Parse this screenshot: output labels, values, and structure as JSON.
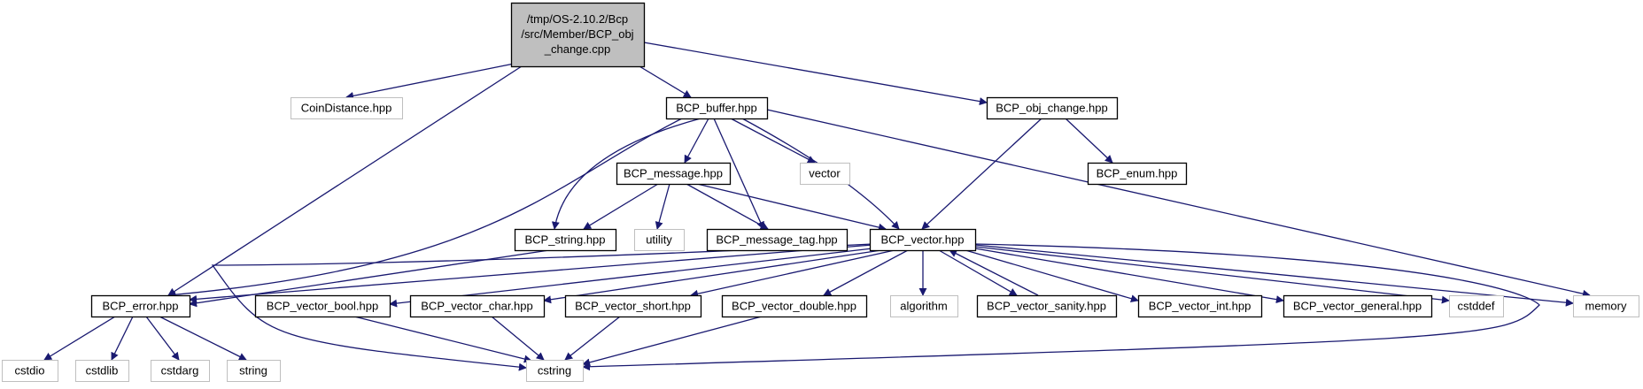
{
  "colors": {
    "edge": "#191970",
    "node_border": "#000000",
    "external_border": "#bfbfbf",
    "root_fill": "#bfbfbf",
    "background": "#ffffff"
  },
  "nodes": {
    "root": {
      "lines": [
        "/tmp/OS-2.10.2/Bcp",
        "/src/Member/BCP_obj",
        "_change.cpp"
      ],
      "kind": "root"
    },
    "coin_distance": {
      "label": "CoinDistance.hpp",
      "kind": "external"
    },
    "bcp_buffer": {
      "label": "BCP_buffer.hpp",
      "kind": "internal"
    },
    "bcp_obj_change": {
      "label": "BCP_obj_change.hpp",
      "kind": "internal"
    },
    "bcp_message": {
      "label": "BCP_message.hpp",
      "kind": "internal"
    },
    "vector": {
      "label": "vector",
      "kind": "external"
    },
    "bcp_enum": {
      "label": "BCP_enum.hpp",
      "kind": "internal"
    },
    "bcp_string": {
      "label": "BCP_string.hpp",
      "kind": "internal"
    },
    "utility": {
      "label": "utility",
      "kind": "external"
    },
    "bcp_message_tag": {
      "label": "BCP_message_tag.hpp",
      "kind": "internal"
    },
    "bcp_vector": {
      "label": "BCP_vector.hpp",
      "kind": "internal"
    },
    "bcp_error": {
      "label": "BCP_error.hpp",
      "kind": "internal"
    },
    "bcp_vector_bool": {
      "label": "BCP_vector_bool.hpp",
      "kind": "internal"
    },
    "bcp_vector_char": {
      "label": "BCP_vector_char.hpp",
      "kind": "internal"
    },
    "bcp_vector_short": {
      "label": "BCP_vector_short.hpp",
      "kind": "internal"
    },
    "bcp_vector_double": {
      "label": "BCP_vector_double.hpp",
      "kind": "internal"
    },
    "algorithm": {
      "label": "algorithm",
      "kind": "external"
    },
    "bcp_vector_sanity": {
      "label": "BCP_vector_sanity.hpp",
      "kind": "internal"
    },
    "bcp_vector_int": {
      "label": "BCP_vector_int.hpp",
      "kind": "internal"
    },
    "bcp_vector_general": {
      "label": "BCP_vector_general.hpp",
      "kind": "internal"
    },
    "cstddef": {
      "label": "cstddef",
      "kind": "external"
    },
    "memory": {
      "label": "memory",
      "kind": "external"
    },
    "cstdio": {
      "label": "cstdio",
      "kind": "external"
    },
    "cstdlib": {
      "label": "cstdlib",
      "kind": "external"
    },
    "cstdarg": {
      "label": "cstdarg",
      "kind": "external"
    },
    "string": {
      "label": "string",
      "kind": "external"
    },
    "cstring": {
      "label": "cstring",
      "kind": "external"
    }
  },
  "edges": [
    [
      "root",
      "coin_distance"
    ],
    [
      "root",
      "bcp_buffer"
    ],
    [
      "root",
      "bcp_obj_change"
    ],
    [
      "root",
      "bcp_error"
    ],
    [
      "bcp_buffer",
      "bcp_message"
    ],
    [
      "bcp_buffer",
      "vector"
    ],
    [
      "bcp_buffer",
      "bcp_string"
    ],
    [
      "bcp_buffer",
      "bcp_message_tag"
    ],
    [
      "bcp_buffer",
      "bcp_vector"
    ],
    [
      "bcp_buffer",
      "bcp_error"
    ],
    [
      "bcp_buffer",
      "memory"
    ],
    [
      "bcp_obj_change",
      "bcp_vector"
    ],
    [
      "bcp_obj_change",
      "bcp_enum"
    ],
    [
      "bcp_message",
      "bcp_string"
    ],
    [
      "bcp_message",
      "utility"
    ],
    [
      "bcp_message",
      "bcp_message_tag"
    ],
    [
      "bcp_message",
      "bcp_vector"
    ],
    [
      "bcp_string",
      "bcp_error"
    ],
    [
      "bcp_vector",
      "bcp_error"
    ],
    [
      "bcp_vector",
      "bcp_vector_bool"
    ],
    [
      "bcp_vector",
      "bcp_vector_char"
    ],
    [
      "bcp_vector",
      "bcp_vector_short"
    ],
    [
      "bcp_vector",
      "bcp_vector_double"
    ],
    [
      "bcp_vector",
      "algorithm"
    ],
    [
      "bcp_vector",
      "bcp_vector_sanity"
    ],
    [
      "bcp_vector_sanity",
      "bcp_vector"
    ],
    [
      "bcp_vector",
      "bcp_vector_int"
    ],
    [
      "bcp_vector",
      "bcp_vector_general"
    ],
    [
      "bcp_vector",
      "cstddef"
    ],
    [
      "bcp_vector",
      "memory"
    ],
    [
      "bcp_vector",
      "cstring"
    ],
    [
      "bcp_error",
      "cstdio"
    ],
    [
      "bcp_error",
      "cstdlib"
    ],
    [
      "bcp_error",
      "cstdarg"
    ],
    [
      "bcp_error",
      "string"
    ],
    [
      "bcp_vector_bool",
      "cstring"
    ],
    [
      "bcp_vector_char",
      "cstring"
    ],
    [
      "bcp_vector_short",
      "cstring"
    ],
    [
      "bcp_vector_double",
      "cstring"
    ]
  ]
}
